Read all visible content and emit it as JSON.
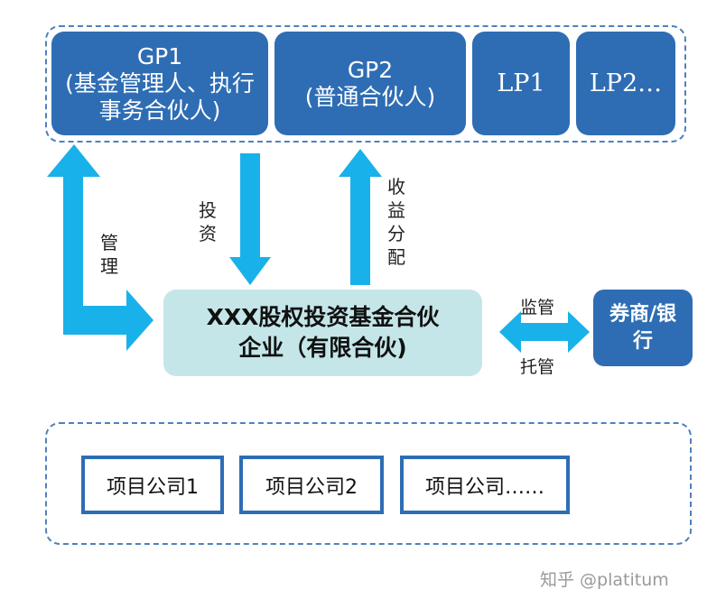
{
  "partners": [
    {
      "title": "GP1",
      "subtitle": "(基金管理人、执行事务合伙人)"
    },
    {
      "title": "GP2",
      "subtitle": "(普通合伙人)"
    },
    {
      "title": "LP1"
    },
    {
      "title": "LP2…"
    }
  ],
  "fund": {
    "line1": "XXX股权投资基金合伙",
    "line2": "企业（有限合伙)"
  },
  "broker": {
    "label": "券商/银行"
  },
  "arrows": {
    "manage": "管理",
    "invest": "投资",
    "distribute": "收益分配",
    "supervise": "监管",
    "custody": "托管"
  },
  "companies": [
    "项目公司1",
    "项目公司2",
    "项目公司……"
  ],
  "watermark": "知乎 @platitum",
  "colors": {
    "box_blue": "#2e6db4",
    "arrow_blue": "#19b1e9",
    "fund_fill": "#c4e6e8",
    "dash": "#4f81bd"
  }
}
